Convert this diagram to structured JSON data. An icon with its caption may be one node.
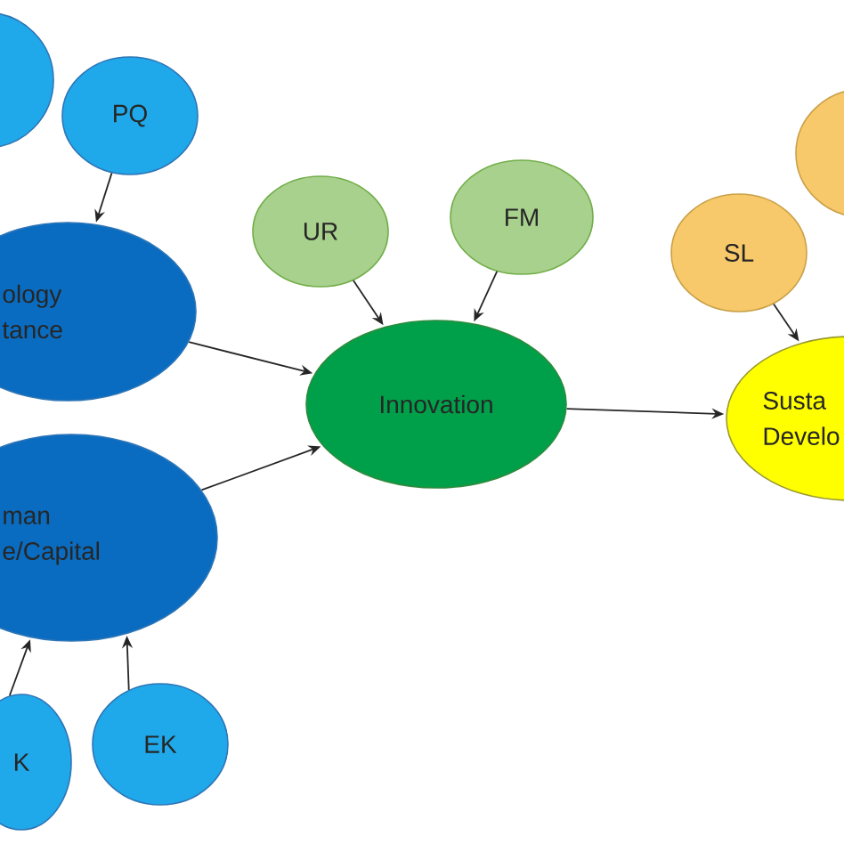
{
  "diagram": {
    "nodes": [
      {
        "text": [],
        "shape": "circle"
      },
      {
        "text": [
          "PQ"
        ]
      },
      {
        "text": [
          "ology tance"
        ]
      },
      {
        "text": [
          "UR"
        ]
      },
      {
        "text": [
          "FM"
        ]
      },
      {
        "text": [],
        "shape": "circle"
      },
      {
        "text": [
          "SL"
        ]
      },
      {
        "text": [
          "man e/Capital"
        ]
      },
      {
        "text": [
          "Innovation"
        ]
      },
      {
        "text": [
          "Susta Develo"
        ]
      },
      {
        "text": [
          "K"
        ]
      },
      {
        "text": [
          "EK"
        ]
      }
    ],
    "edges": [
      {
        "from": 1,
        "to": 2,
        "arrow": "to"
      },
      {
        "from": 2,
        "to": 8,
        "arrow": "to"
      },
      {
        "from": 7,
        "to": 8,
        "arrow": "to"
      },
      {
        "from": 3,
        "to": 8,
        "arrow": "to"
      },
      {
        "from": 4,
        "to": 8,
        "arrow": "to"
      },
      {
        "from": 6,
        "to": 9,
        "arrow": "to"
      },
      {
        "from": 8,
        "to": 9,
        "arrow": "to"
      },
      {
        "from": 10,
        "to": 7,
        "arrow": "to"
      },
      {
        "from": 11,
        "to": 7,
        "arrow": "to"
      }
    ]
  }
}
